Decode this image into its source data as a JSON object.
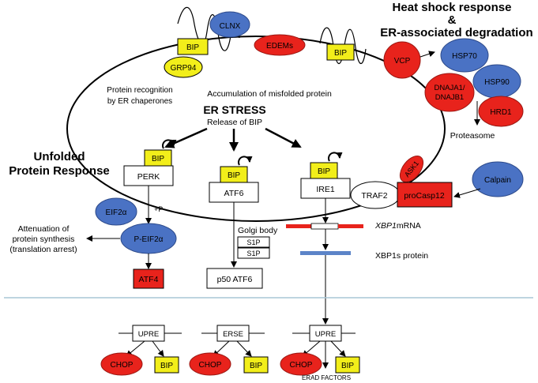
{
  "colors": {
    "red": "#e8231c",
    "blue": "#4a72c4",
    "yellow": "#f2ee1a",
    "divider": "#a9c7d6",
    "mrna_red": "#e8231c",
    "protein_blue": "#5c84c8"
  },
  "headings": {
    "heat_shock_line1": "Heat shock response",
    "heat_shock_line2": "&",
    "heat_shock_line3": "ER-associated degradation",
    "upr_line1": "Unfolded",
    "upr_line2": "Protein Response"
  },
  "er": {
    "misfolded": "Accumulation of misfolded protein",
    "stress": "ER STRESS",
    "release": "Release of BIP",
    "recognition_line1": "Protein recognition",
    "recognition_line2": "by ER chaperones"
  },
  "chaperones": {
    "bip_top_left": "BIP",
    "clnx": "CLNX",
    "grp94": "GRP94",
    "edems": "EDEMs",
    "bip_top_right": "BIP"
  },
  "erad": {
    "vcp": "VCP",
    "hsp70": "HSP70",
    "hsp90": "HSP90",
    "dnaja_line1": "DNAJA1/",
    "dnaja_line2": "DNAJB1",
    "hrd1": "HRD1",
    "proteasome": "Proteasome"
  },
  "sensors": {
    "perk": "PERK",
    "atf6": "ATF6",
    "ire1": "IRE1",
    "bip": "BIP"
  },
  "perk_branch": {
    "eif2a": "EIF2α",
    "plus_p": "+P",
    "p_eif2a": "P-EIF2α",
    "attenuation_line1": "Attenuation of",
    "attenuation_line2": "protein synthesis",
    "attenuation_line3": "(translation arrest)",
    "atf4": "ATF4"
  },
  "atf6_branch": {
    "golgi": "Golgi body",
    "s1p_a": "S1P",
    "s1p_b": "S1P",
    "p50": "p50 ATF6"
  },
  "ire1_branch": {
    "traf2": "TRAF2",
    "ask1": "ASK1",
    "procasp12": "proCasp12",
    "calpain": "Calpain",
    "xbp1_italic": "XBP1",
    "xbp1_suffix": "mRNA",
    "xbp1s": "XBP1s protein"
  },
  "nucleus": {
    "upre_left": "UPRE",
    "erse": "ERSE",
    "upre_right": "UPRE",
    "chop": "CHOP",
    "bip": "BIP",
    "erad_factors": "ERAD FACTORS"
  }
}
